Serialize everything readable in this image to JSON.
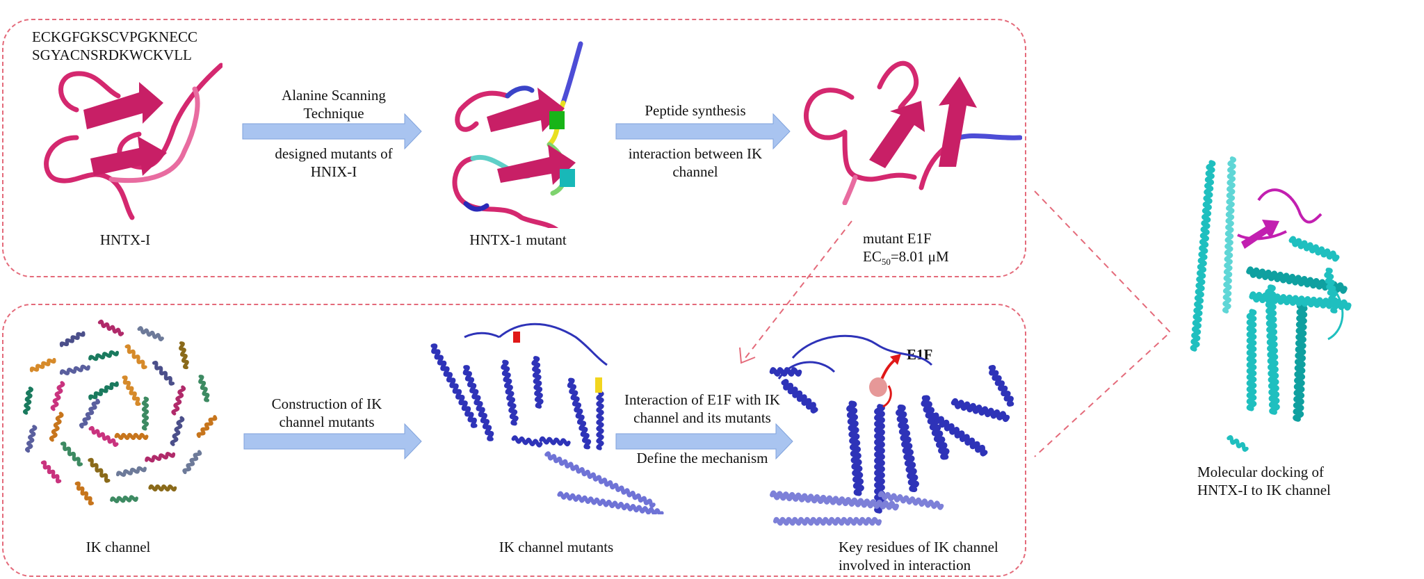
{
  "panel_top": {
    "sequence": [
      "ECKGFGKSCVPGKNECC",
      "SGYACNSRDKWCKVLL"
    ],
    "hntx_label": "HNTX-I",
    "arrow1_top": [
      "Alanine Scanning",
      "Technique"
    ],
    "arrow1_bottom": [
      "designed mutants of",
      "HNIX-I"
    ],
    "mutant_label": "HNTX-1 mutant",
    "arrow2_top": "Peptide synthesis",
    "arrow2_bottom": [
      "interaction between  IK",
      "channel"
    ],
    "e1f_label": "mutant E1F",
    "ec50": {
      "prefix": "EC",
      "sub": "50",
      "value": "=8.01 μM"
    }
  },
  "panel_bottom": {
    "ik_label": "IK channel",
    "arrow3_top": [
      "Construction of IK",
      "channel mutants"
    ],
    "ik_mutants_label": "IK channel mutants",
    "arrow4_top": [
      "Interaction of E1F with IK",
      "channel and its mutants"
    ],
    "arrow4_bottom": "Define the mechanism",
    "e1f_marker": "E1F",
    "key_residues_label": [
      "Key residues of IK channel",
      "involved in interaction"
    ]
  },
  "docking": {
    "label": [
      "Molecular docking of",
      "HNTX-I to IK channel"
    ]
  },
  "colors": {
    "frame": "#e46a7a",
    "arrow": "#a9c4f0",
    "peptide": "#d4286f",
    "ik_blue": "#2e33b8",
    "docking_cyan": "#1fbfbf",
    "docking_magenta": "#c21fb0"
  }
}
